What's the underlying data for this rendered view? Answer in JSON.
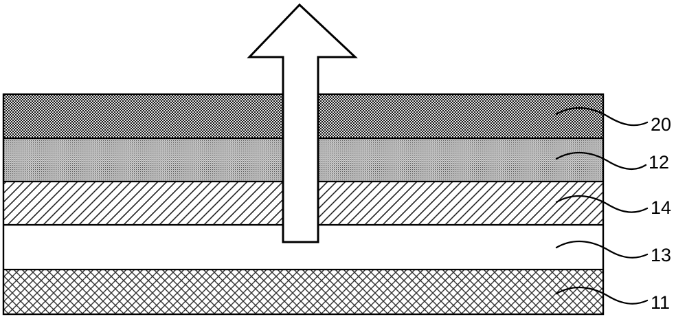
{
  "colors": {
    "outline": "#000000",
    "background": "#ffffff",
    "layer_20_fill": "#3a3a3a",
    "layer_12_fill": "#9a9a9a",
    "hatch_stroke": "#222222",
    "arrow_fill": "#ffffff"
  },
  "diagram": {
    "layers": [
      {
        "ref": "20",
        "pattern": "dense-checker"
      },
      {
        "ref": "12",
        "pattern": "fine-dots"
      },
      {
        "ref": "14",
        "pattern": "diagonal-hatch"
      },
      {
        "ref": "13",
        "pattern": "blank"
      },
      {
        "ref": "11",
        "pattern": "cross-hatch"
      }
    ],
    "arrow": {
      "direction": "up",
      "style": "hollow-outline"
    }
  }
}
